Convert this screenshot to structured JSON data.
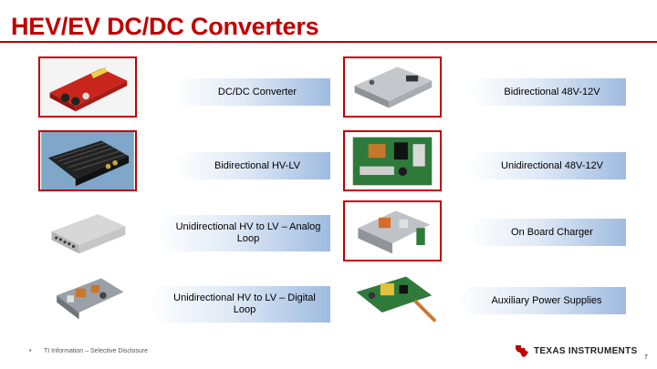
{
  "slide": {
    "title": "HEV/EV DC/DC Converters",
    "footer_text": "TI Information – Selective Disclosure",
    "footer_bullet": "•",
    "page_number": "7",
    "logo_text": "TEXAS INSTRUMENTS",
    "accent_color": "#c00000"
  },
  "products": [
    {
      "label": "DC/DC Converter",
      "image": "red-dc-dc-converter-module"
    },
    {
      "label": "Bidirectional HV-LV",
      "image": "black-finned-heatsink-converter"
    },
    {
      "label": "Unidirectional HV to LV – Analog Loop",
      "image": "silver-power-supply-unit"
    },
    {
      "label": "Unidirectional HV to LV – Digital Loop",
      "image": "open-frame-converter-board"
    },
    {
      "label": "Bidirectional 48V-12V",
      "image": "silver-48v-converter-enclosure"
    },
    {
      "label": "Unidirectional 48V-12V",
      "image": "green-converter-pcb"
    },
    {
      "label": "On Board Charger",
      "image": "onboard-charger-assembly"
    },
    {
      "label": "Auxiliary Power Supplies",
      "image": "green-auxiliary-power-pcb"
    }
  ]
}
